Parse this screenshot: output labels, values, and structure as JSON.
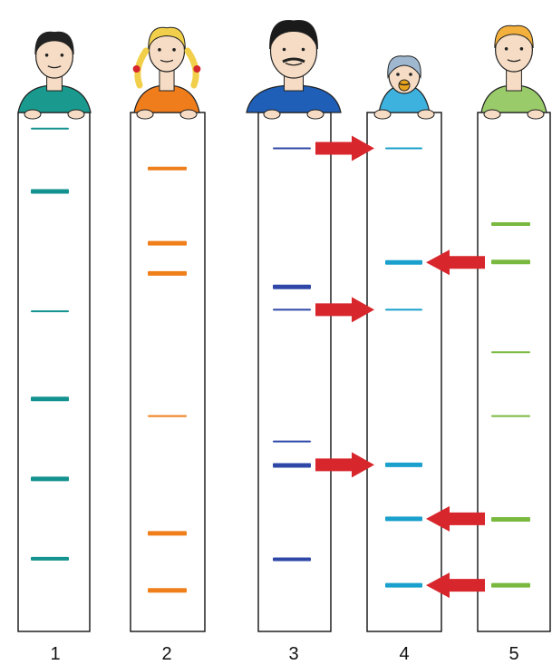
{
  "colors": {
    "person_1": "#13928f",
    "person_2": "#ef7f1a",
    "person_3": "#2f48a8",
    "person_4": "#1aa0cc",
    "person_5": "#79b940",
    "arrow": "#d7262c",
    "strip_border": "#111111",
    "skin": "#f6dcc4",
    "shirt_1": "#1a9a8e",
    "shirt_2": "#f07d1c",
    "shirt_3": "#1f5fb8",
    "shirt_4": "#3eb2de",
    "shirt_5": "#9acb6b"
  },
  "people": [
    {
      "label": "1",
      "role": "man",
      "bands": [
        {
          "pos": 0.031,
          "weight": "thin"
        },
        {
          "pos": 0.152,
          "weight": "thick"
        },
        {
          "pos": 0.383,
          "weight": "thin"
        },
        {
          "pos": 0.552,
          "weight": "thick"
        },
        {
          "pos": 0.706,
          "weight": "thick"
        },
        {
          "pos": 0.86,
          "weight": "medium"
        }
      ]
    },
    {
      "label": "2",
      "role": "girl",
      "bands": [
        {
          "pos": 0.108,
          "weight": "medium"
        },
        {
          "pos": 0.252,
          "weight": "thick"
        },
        {
          "pos": 0.31,
          "weight": "thick"
        },
        {
          "pos": 0.585,
          "weight": "thin"
        },
        {
          "pos": 0.811,
          "weight": "thick"
        },
        {
          "pos": 0.921,
          "weight": "thick"
        }
      ]
    },
    {
      "label": "3",
      "role": "father",
      "bands": [
        {
          "pos": 0.069,
          "weight": "thin"
        },
        {
          "pos": 0.336,
          "weight": "thick"
        },
        {
          "pos": 0.38,
          "weight": "thin"
        },
        {
          "pos": 0.634,
          "weight": "thin"
        },
        {
          "pos": 0.68,
          "weight": "thick"
        },
        {
          "pos": 0.861,
          "weight": "medium"
        }
      ]
    },
    {
      "label": "4",
      "role": "baby",
      "bands": [
        {
          "pos": 0.069,
          "weight": "thin"
        },
        {
          "pos": 0.289,
          "weight": "thick"
        },
        {
          "pos": 0.38,
          "weight": "thin"
        },
        {
          "pos": 0.679,
          "weight": "thick"
        },
        {
          "pos": 0.783,
          "weight": "thick"
        },
        {
          "pos": 0.911,
          "weight": "thick"
        }
      ]
    },
    {
      "label": "5",
      "role": "mother",
      "bands": [
        {
          "pos": 0.215,
          "weight": "medium"
        },
        {
          "pos": 0.288,
          "weight": "thick"
        },
        {
          "pos": 0.462,
          "weight": "thin"
        },
        {
          "pos": 0.585,
          "weight": "thin"
        },
        {
          "pos": 0.784,
          "weight": "thick"
        },
        {
          "pos": 0.911,
          "weight": "thick"
        }
      ]
    }
  ],
  "arrows": [
    {
      "from_lane": 3,
      "to_lane": 4,
      "pos": 0.069
    },
    {
      "from_lane": 5,
      "to_lane": 4,
      "pos": 0.289
    },
    {
      "from_lane": 3,
      "to_lane": 4,
      "pos": 0.38
    },
    {
      "from_lane": 3,
      "to_lane": 4,
      "pos": 0.679
    },
    {
      "from_lane": 5,
      "to_lane": 4,
      "pos": 0.783
    },
    {
      "from_lane": 5,
      "to_lane": 4,
      "pos": 0.911
    }
  ]
}
